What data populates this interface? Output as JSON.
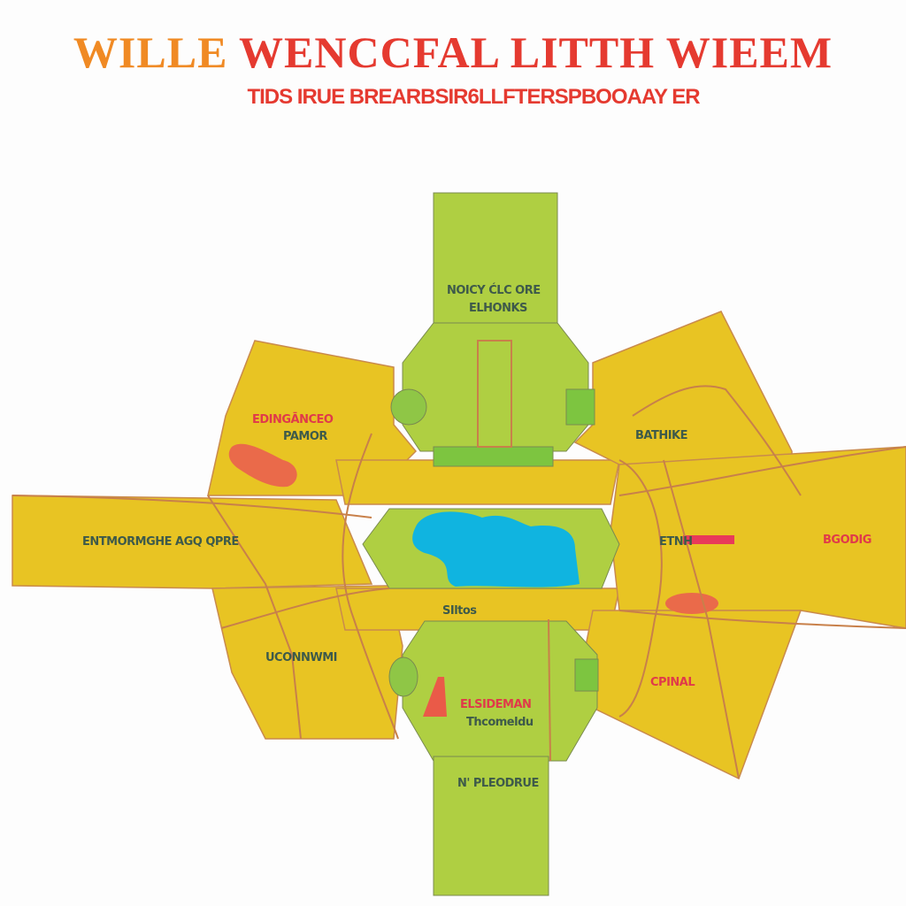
{
  "title": {
    "first_word": "WILLE",
    "rest": "WENCCFAL LITTH WIEEM"
  },
  "subtitle": "TIDS IRUE BREARBSIR6LLFTERSPBOOAAY ER",
  "colors": {
    "district_yellow": "#e8c423",
    "park_green": "#afcf42",
    "water": "#10b4e0",
    "road": "#c8804a",
    "title_red": "#e53a30",
    "title_orange": "#f08a24"
  },
  "labels": {
    "north_1": "NOICY ĆLC ORE",
    "north_2": "ELHONKS",
    "northwest_1": "EDINGĀNCEO",
    "northwest_2": "PAMOR",
    "northeast": "BATHIKE",
    "west": "ENTMORMGHE AGQ QPRE",
    "east": "ETNH",
    "far_east": "BGODIG",
    "southwest": "UCONNWMI",
    "center_south": "SIltos",
    "south_1": "ELSIDEMAN",
    "south_2": "Thcomeldu",
    "south_3": "N' PLEODRUE",
    "southeast": "CPINAL"
  }
}
